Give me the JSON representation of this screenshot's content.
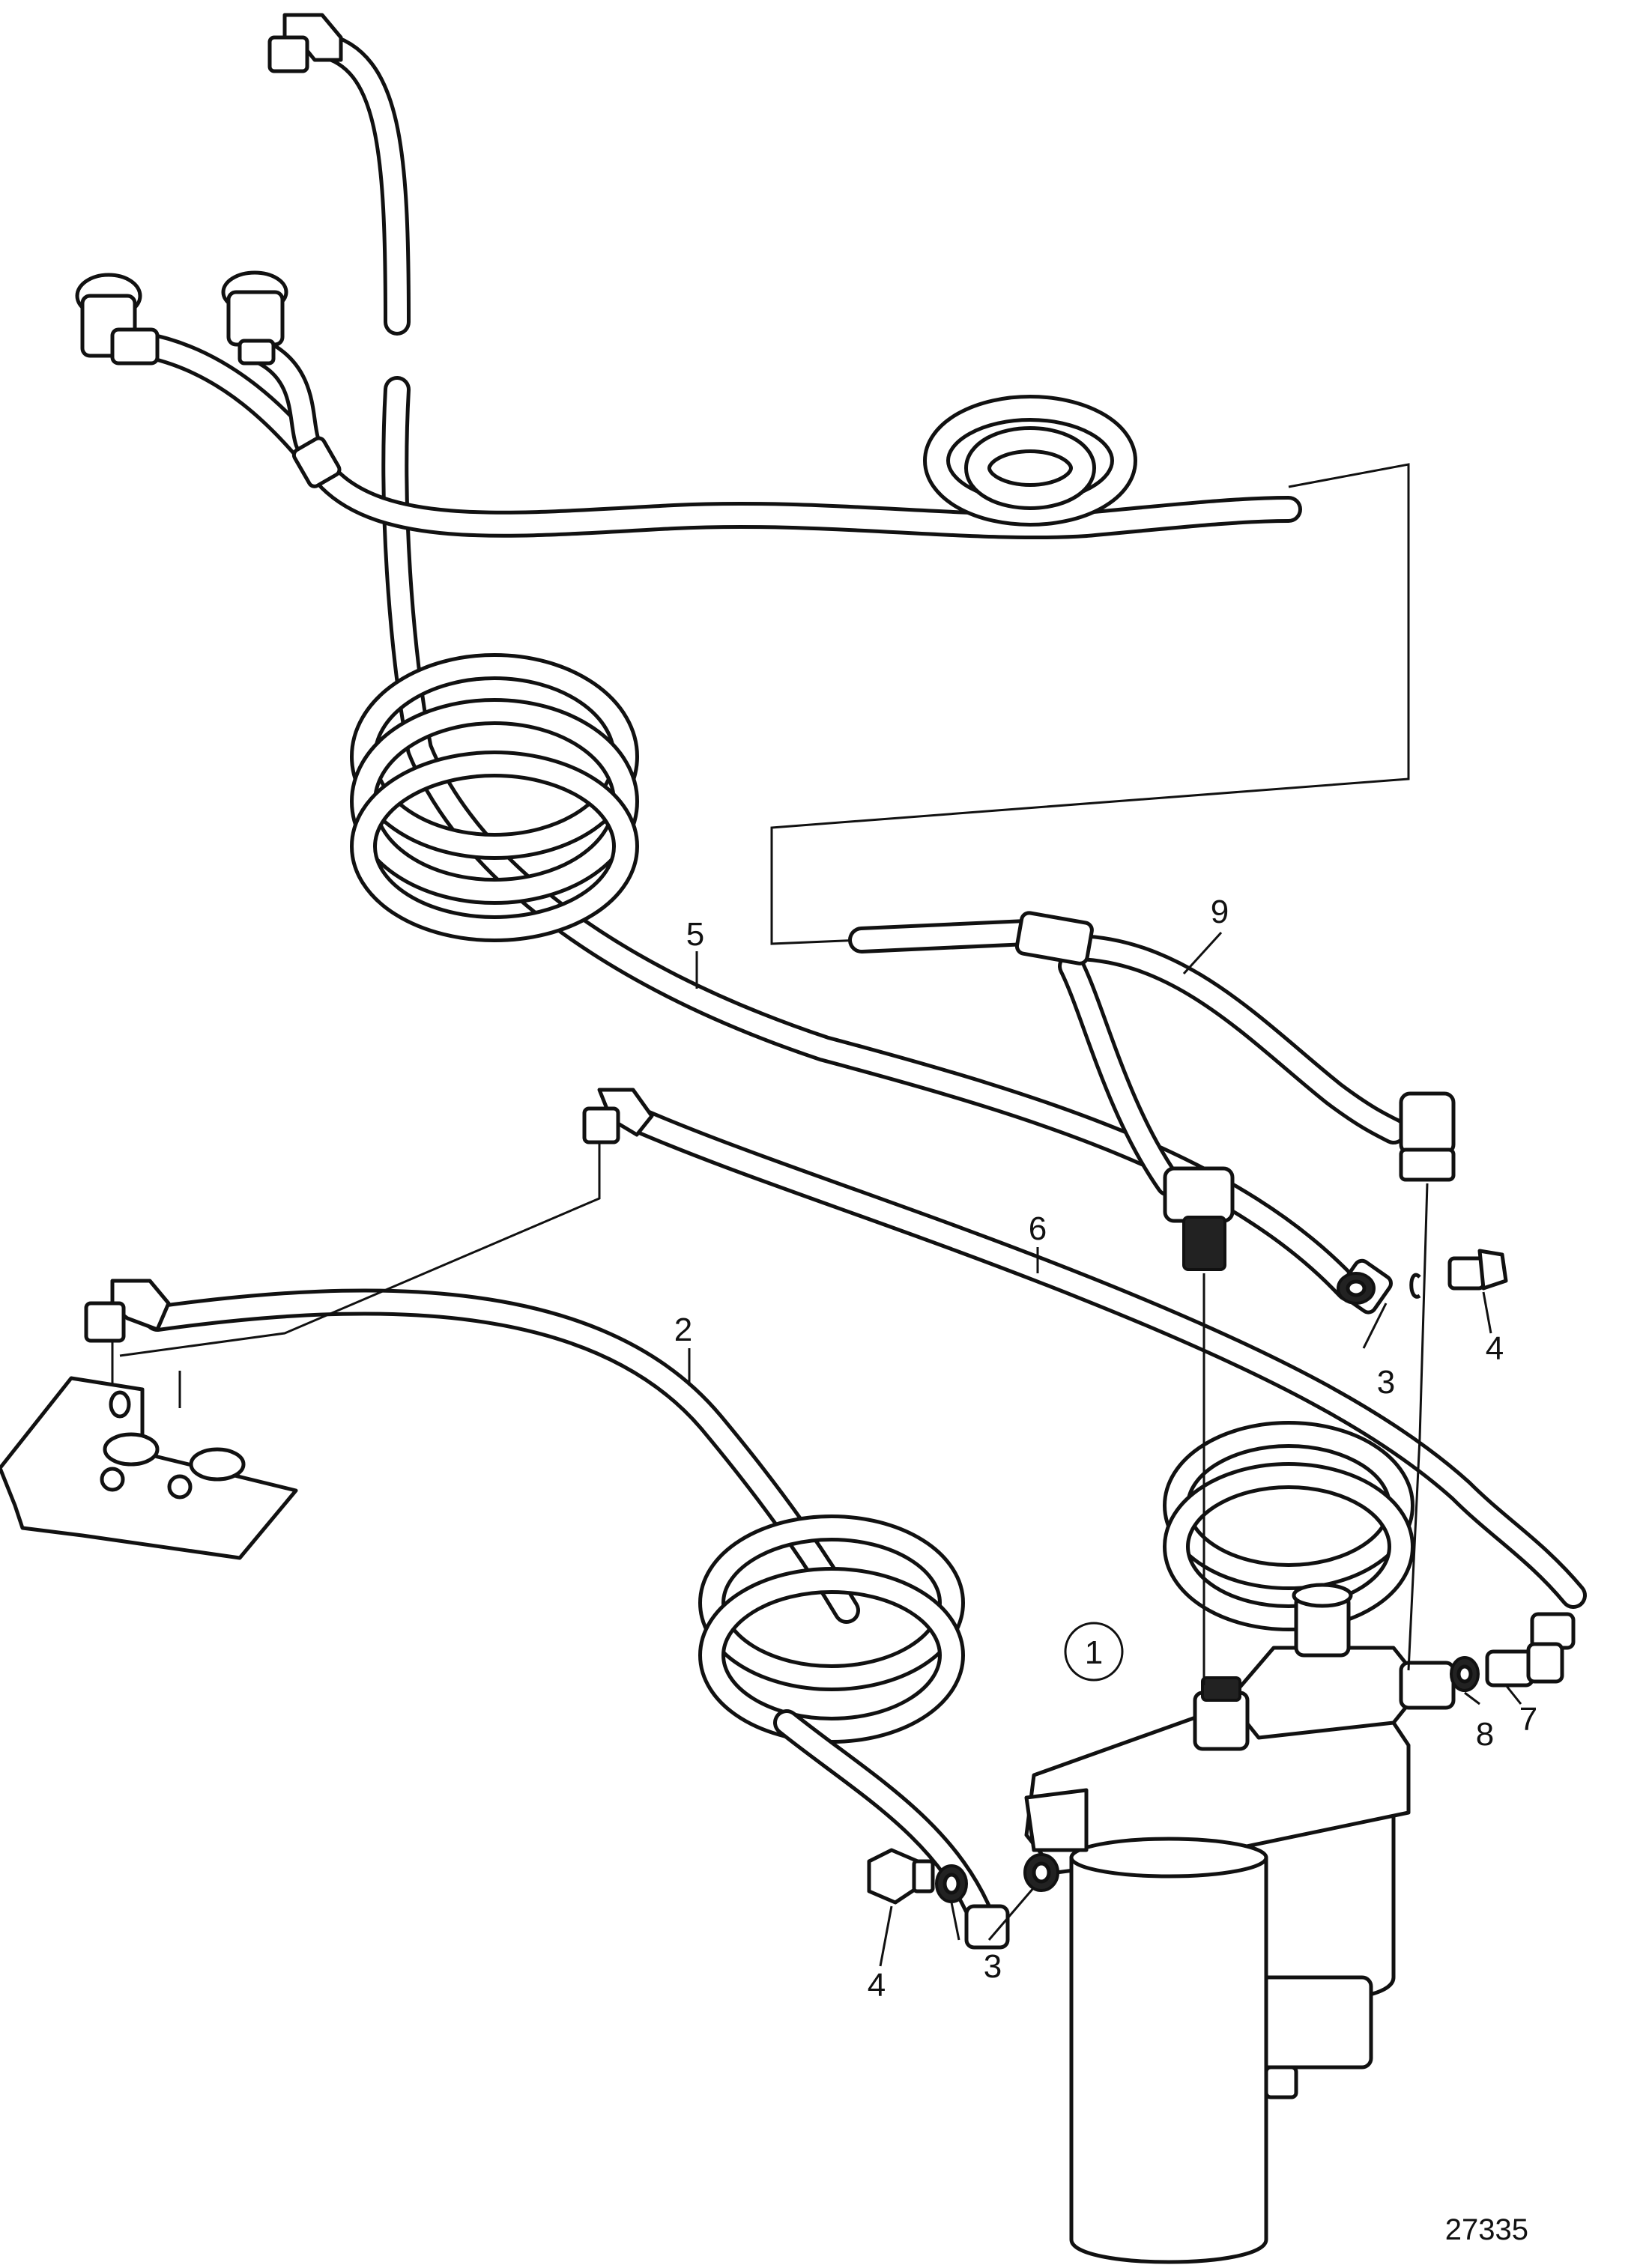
{
  "figure": {
    "number": "27335"
  },
  "callouts": {
    "c1": "1",
    "c2": "2",
    "c3a": "3",
    "c3b": "3",
    "c4a": "4",
    "c4b": "4",
    "c5": "5",
    "c6": "6",
    "c7": "7",
    "c8": "8",
    "c9": "9"
  }
}
